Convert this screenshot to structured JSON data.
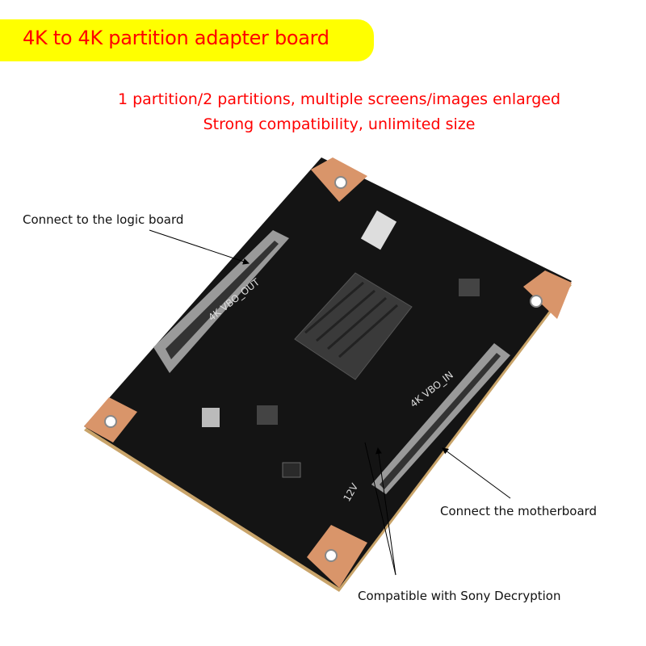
{
  "title": "4K to 4K partition adapter board",
  "subtitle_lines": [
    "1 partition/2 partitions, multiple screens/images enlarged",
    "Strong compatibility, unlimited size"
  ],
  "callouts": {
    "logic_board": "Connect to the logic board",
    "motherboard": "Connect the motherboard",
    "sony": "Compatible with Sony Decryption"
  },
  "board_silkscreen": {
    "out_label": "4K VBO_OUT",
    "in_label": "4K VBO_IN",
    "voltage": "12V"
  },
  "colors": {
    "banner": "#ffff00",
    "text_red": "#ff0000",
    "pcb": "#141414",
    "copper": "#d9956a"
  }
}
